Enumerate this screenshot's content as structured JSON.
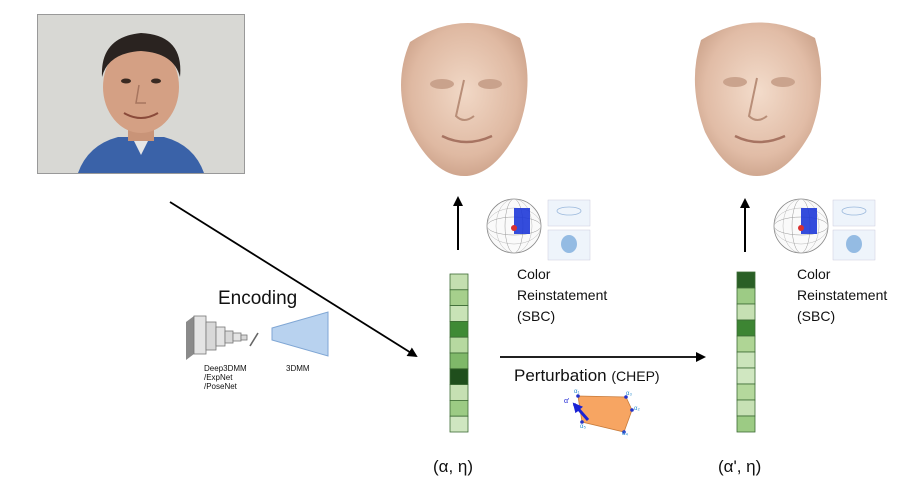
{
  "encoding": {
    "title": "Encoding",
    "net_label_lines": [
      "Deep3DMM",
      "/ExpNet",
      "/PoseNet"
    ],
    "model_label": "3DMM"
  },
  "reinstatement_left": {
    "lines": [
      "Color",
      "Reinstatement",
      "(SBC)"
    ]
  },
  "reinstatement_right": {
    "lines": [
      "Color",
      "Reinstatement",
      "(SBC)"
    ]
  },
  "perturbation": {
    "title": "Perturbation",
    "method": "(CHEP)",
    "polygon_labels": [
      "α₁",
      "α₂",
      "α₃",
      "α₄",
      "α₅",
      "α'"
    ]
  },
  "vectors": {
    "left": "(α, η)",
    "right": "(α', η)"
  },
  "colors": {
    "arrow": "#000000",
    "orange_hull": "#f7a562",
    "perturb_arrow": "#1a22d4",
    "model_blue": "#b8d2ef"
  },
  "left_vector_shades": [
    "#c4dfb0",
    "#a6cf8c",
    "#c9e3b7",
    "#3f8a35",
    "#b6d9a0",
    "#7fb869",
    "#1f4e1c",
    "#c6e0b3",
    "#9ccb84",
    "#cfe6c0"
  ],
  "right_vector_shades": [
    "#2a5f26",
    "#9dcb85",
    "#c6e0b3",
    "#3d8533",
    "#afd595",
    "#cbe4bb",
    "#d0e7c1",
    "#b4d89c",
    "#c7e1b5",
    "#9ccb84"
  ]
}
